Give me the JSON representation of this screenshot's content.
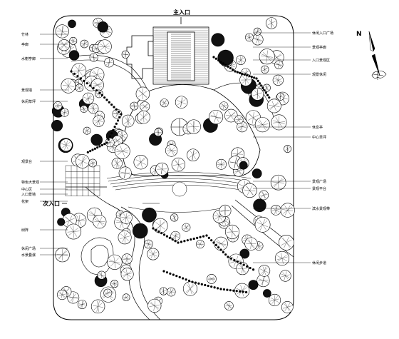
{
  "plan": {
    "main_entrance": "主入口",
    "secondary_entrance": "次入口",
    "north_letter": "N"
  },
  "labels_left": [
    "竹林",
    "亭廊",
    "水榭亭廊",
    "景观墙",
    "休闲草坪",
    "观景台",
    "特色大景观",
    "中心区",
    "入口景墙",
    "花架",
    "树阵",
    "休闲广场",
    "水景叠瀑"
  ],
  "labels_right": [
    "休闲入口广场",
    "景观亭廊",
    "入口景观区",
    "观景休闲",
    "休息亭",
    "中心草坪",
    "景观广场",
    "景观平台",
    "滨水景观带",
    "休闲步道"
  ],
  "colors": {
    "line": "#000000",
    "background": "#ffffff",
    "tree_fill": "#ffffff"
  }
}
